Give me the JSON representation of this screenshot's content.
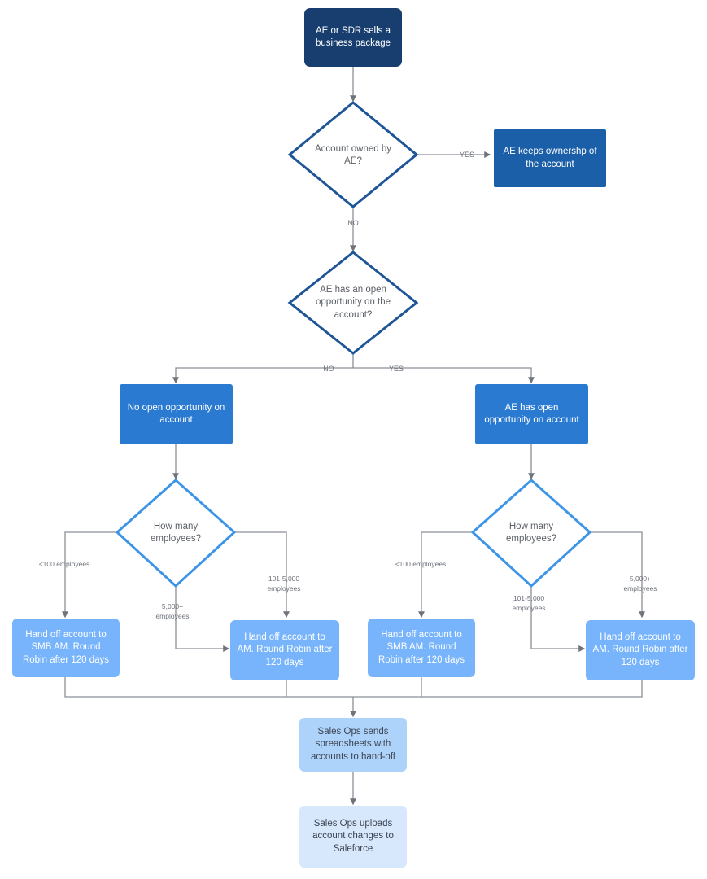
{
  "diagram": {
    "title": "Account hand-off decision flowchart",
    "colors": {
      "navy_fill": "#173e6e",
      "blue_fill": "#2a7ad2",
      "light_blue_fill": "#77b4fb",
      "pale_blue_fill": "#d7e8fc",
      "dark_outline": "#1e5596",
      "light_outline": "#3d95e8",
      "edge_stroke": "#8b8f96",
      "edge_text": "#6b7078",
      "node_text_light": "#ffffff",
      "node_text_dark": "#5a5f66"
    },
    "nodes": [
      {
        "id": "start",
        "shape": "rounded-rect",
        "label": "AE or SDR sells a business package"
      },
      {
        "id": "d1",
        "shape": "diamond",
        "label": "Account owned by AE?"
      },
      {
        "id": "keeps",
        "shape": "rect",
        "label": "AE keeps ownershp of the account"
      },
      {
        "id": "d2",
        "shape": "diamond",
        "label": "AE has an open opportunity on the account?"
      },
      {
        "id": "no-open",
        "shape": "rect",
        "label": "No open opportunity on account"
      },
      {
        "id": "has-open",
        "shape": "rect",
        "label": "AE has open opportunity on account"
      },
      {
        "id": "d3-left",
        "shape": "diamond",
        "label": "How many employees?"
      },
      {
        "id": "d3-right",
        "shape": "diamond",
        "label": "How many employees?"
      },
      {
        "id": "smb-left",
        "shape": "rounded-rect",
        "label": "Hand off account to SMB AM. Round Robin after 120 days"
      },
      {
        "id": "am-left",
        "shape": "rounded-rect",
        "label": "Hand off account to AM. Round Robin after 120 days"
      },
      {
        "id": "smb-right",
        "shape": "rounded-rect",
        "label": "Hand off account to SMB AM. Round Robin after 120 days"
      },
      {
        "id": "am-right",
        "shape": "rounded-rect",
        "label": "Hand off account to AM. Round Robin after 120 days"
      },
      {
        "id": "sales-ops-send",
        "shape": "rounded-rect",
        "label": "Sales Ops sends spreadsheets with accounts to hand-off"
      },
      {
        "id": "sales-ops-upload",
        "shape": "rounded-rect",
        "label": "Sales Ops uploads account changes to Saleforce"
      }
    ],
    "edge_labels": {
      "d1_yes": "YES",
      "d1_no": "NO",
      "d2_no": "NO",
      "d2_yes": "YES",
      "left_lt100": "<100 employees",
      "left_5000_a": "5,000+",
      "left_5000_b": "employees",
      "left_101_a": "101-5,000",
      "left_101_b": "employees",
      "right_lt100": "<100 employees",
      "right_101_a": "101-5,000",
      "right_101_b": "employees",
      "right_5000_a": "5,000+",
      "right_5000_b": "employees"
    }
  }
}
